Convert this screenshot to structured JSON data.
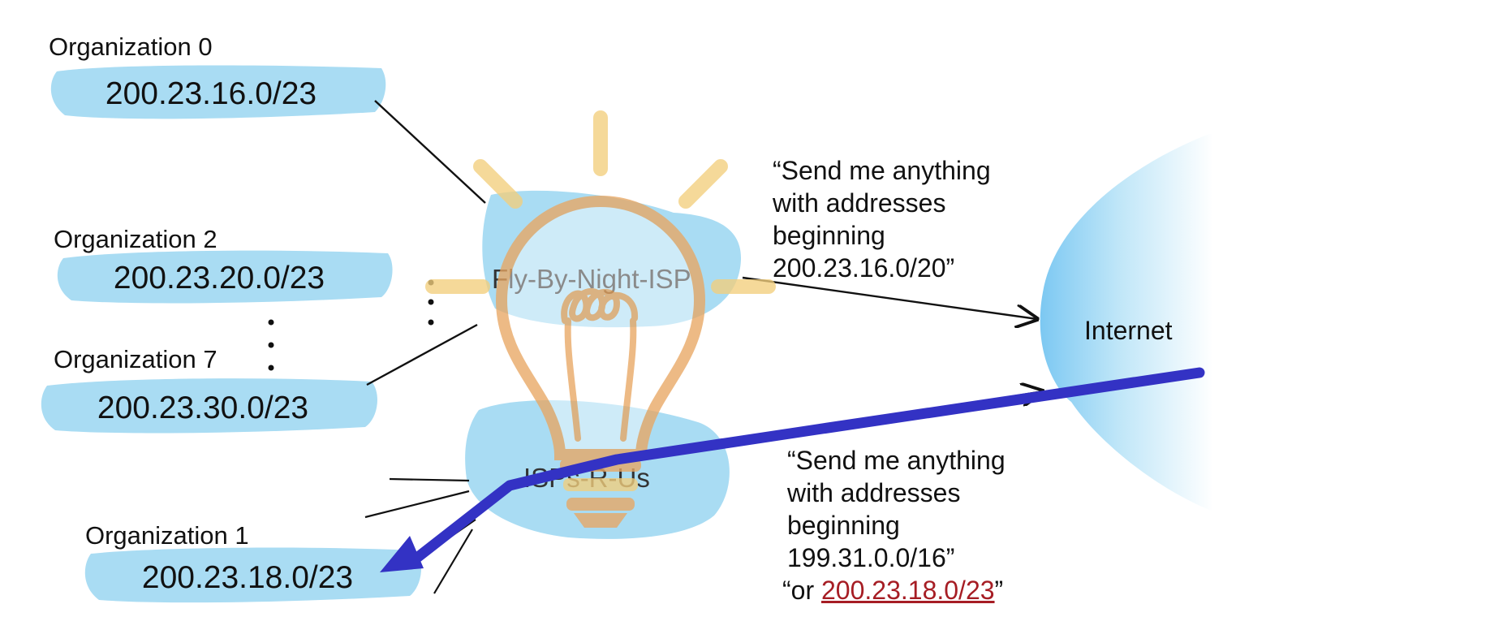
{
  "organizations": {
    "org0": {
      "label": "Organization 0",
      "prefix": "200.23.16.0/23"
    },
    "org2": {
      "label": "Organization 2",
      "prefix": "200.23.20.0/23"
    },
    "org7": {
      "label": "Organization 7",
      "prefix": "200.23.30.0/23"
    },
    "org1": {
      "label": "Organization 1",
      "prefix": "200.23.18.0/23"
    }
  },
  "isps": {
    "flybynight": {
      "label": "Fly-By-Night-ISP"
    },
    "rus": {
      "label": "ISPs-R-Us"
    }
  },
  "internet": {
    "label": "Internet"
  },
  "advertisements": {
    "flybynight": {
      "line1": "“Send me anything",
      "line2": "with addresses",
      "line3": "beginning",
      "line4": "200.23.16.0/20”"
    },
    "rus": {
      "line1": "“Send me anything",
      "line2": "with addresses",
      "line3": "beginning",
      "line4": "199.31.0.0/16”",
      "line5_prefix": "“or ",
      "line5_route": "200.23.18.0/23",
      "line5_suffix": "”"
    }
  },
  "colors": {
    "cloud_blue": "#a9dcf3",
    "highlight_route": "#a61d24",
    "annotation_arrow": "#3332c4",
    "lightbulb_orange": "#e8a763",
    "lightbulb_rays": "#f3cf7d"
  },
  "icons": {
    "overlay": "lightbulb-icon"
  }
}
